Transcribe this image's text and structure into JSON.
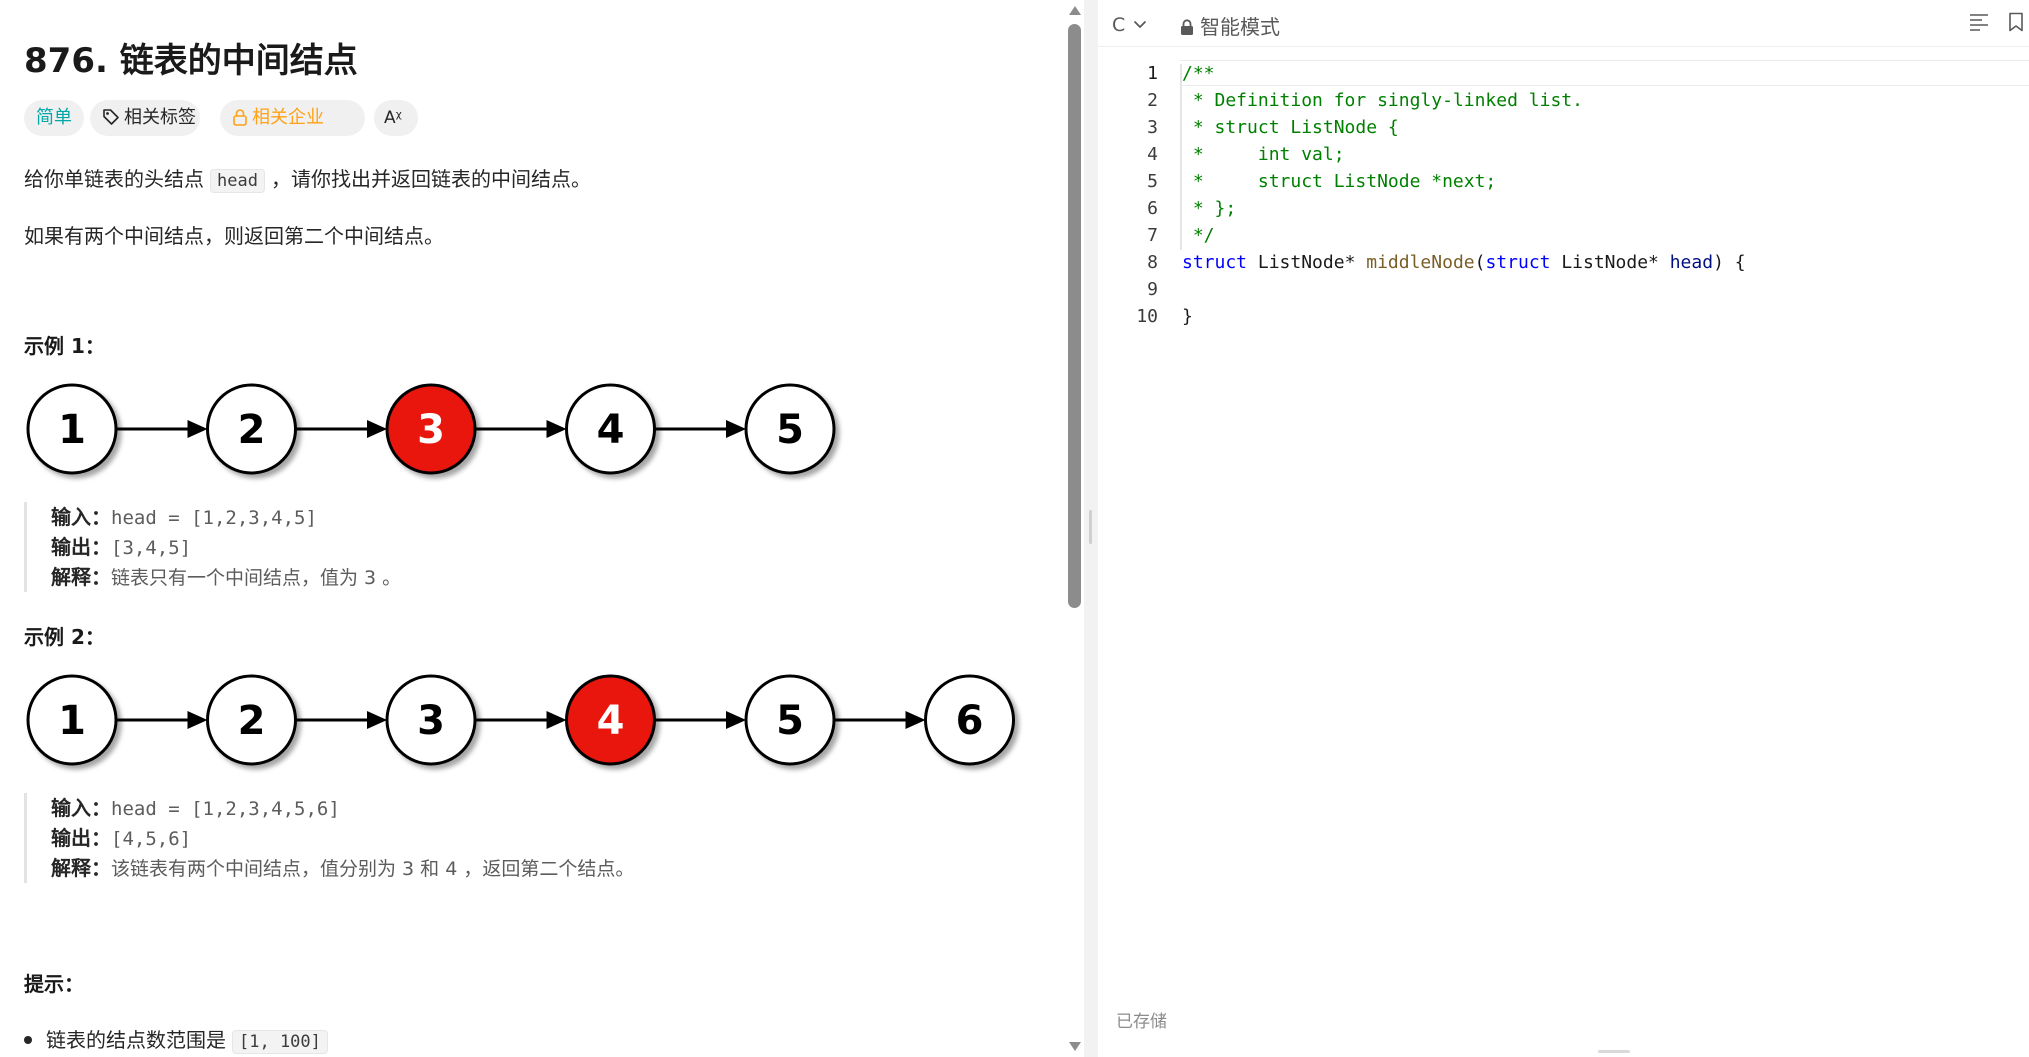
{
  "problem": {
    "title": "876. 链表的中间结点",
    "tags": {
      "difficulty": "简单",
      "topics": "相关标签",
      "companies": "相关企业",
      "translate": "Aᵡ"
    },
    "desc_1_pre": "给你单链表的头结点",
    "desc_1_code": "head",
    "desc_1_post": "，请你找出并返回链表的中间结点。",
    "desc_2": "如果有两个中间结点，则返回第二个中间结点。",
    "examples": [
      {
        "heading": "示例 1：",
        "nodes": [
          "1",
          "2",
          "3",
          "4",
          "5"
        ],
        "highlight_index": 2,
        "input_label": "输入：",
        "input_value": "head = [1,2,3,4,5]",
        "output_label": "输出：",
        "output_value": "[3,4,5]",
        "explain_label": "解释：",
        "explain_value": "链表只有一个中间结点，值为 3 。"
      },
      {
        "heading": "示例 2：",
        "nodes": [
          "1",
          "2",
          "3",
          "4",
          "5",
          "6"
        ],
        "highlight_index": 3,
        "input_label": "输入：",
        "input_value": "head = [1,2,3,4,5,6]",
        "output_label": "输出：",
        "output_value": "[4,5,6]",
        "explain_label": "解释：",
        "explain_value": "该链表有两个中间结点，值分别为 3 和 4 ，返回第二个结点。"
      }
    ],
    "hints_heading": "提示：",
    "hint_1_pre": "链表的结点数范围是",
    "hint_1_code": "[1, 100]"
  },
  "editor": {
    "language": "C",
    "mode": "智能模式",
    "saved_status": "已存储",
    "active_line": 1,
    "lines": [
      {
        "n": "1",
        "tokens": [
          {
            "t": "/**",
            "c": "c-comment"
          }
        ]
      },
      {
        "n": "2",
        "tokens": [
          {
            "t": " * Definition for singly-linked list.",
            "c": "c-comment"
          }
        ]
      },
      {
        "n": "3",
        "tokens": [
          {
            "t": " * struct ListNode {",
            "c": "c-comment"
          }
        ]
      },
      {
        "n": "4",
        "tokens": [
          {
            "t": " *     int val;",
            "c": "c-comment"
          }
        ]
      },
      {
        "n": "5",
        "tokens": [
          {
            "t": " *     struct ListNode *next;",
            "c": "c-comment"
          }
        ]
      },
      {
        "n": "6",
        "tokens": [
          {
            "t": " * };",
            "c": "c-comment"
          }
        ]
      },
      {
        "n": "7",
        "tokens": [
          {
            "t": " */",
            "c": "c-comment"
          }
        ]
      },
      {
        "n": "8",
        "tokens": [
          {
            "t": "struct",
            "c": "c-kw"
          },
          {
            "t": " ListNode* ",
            "c": "c-type"
          },
          {
            "t": "middleNode",
            "c": "c-fn"
          },
          {
            "t": "(",
            "c": "c-plain"
          },
          {
            "t": "struct",
            "c": "c-kw"
          },
          {
            "t": " ListNode* ",
            "c": "c-type"
          },
          {
            "t": "head",
            "c": "c-param"
          },
          {
            "t": ") {",
            "c": "c-plain"
          }
        ]
      },
      {
        "n": "9",
        "tokens": [
          {
            "t": "",
            "c": "c-plain"
          }
        ]
      },
      {
        "n": "10",
        "tokens": [
          {
            "t": "}",
            "c": "c-plain"
          }
        ]
      }
    ]
  },
  "colors": {
    "difficulty_easy": "#00a8a8",
    "companies_locked": "#ffa116",
    "highlight_node": "#e8150f",
    "node_fill": "#ffffff",
    "node_stroke": "#000000"
  }
}
